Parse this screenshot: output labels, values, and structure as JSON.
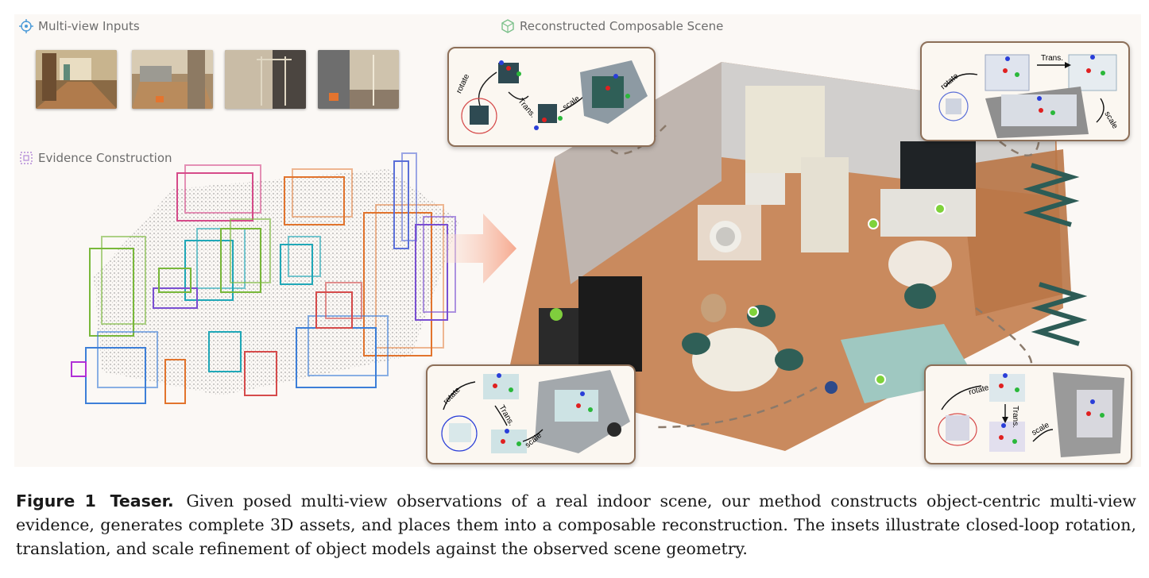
{
  "figure": {
    "section_inputs": "Multi-view Inputs",
    "section_evidence": "Evidence Construction",
    "section_scene": "Reconstructed Composable Scene",
    "insets": {
      "top_left": {
        "rotate": "rotate",
        "trans": "Trans.",
        "scale": "scale"
      },
      "top_right": {
        "rotate": "rotate",
        "trans": "Trans.",
        "scale": "scale"
      },
      "bottom_left": {
        "rotate": "rotate",
        "trans": "Trans.",
        "scale": "scale"
      },
      "bottom_right": {
        "rotate": "rotate",
        "trans": "Trans.",
        "scale": "scale"
      }
    },
    "colors": {
      "inset_border": "#8d6f58",
      "floor": "#c98a5e",
      "wall": "#bdbcbd",
      "teal_furniture": "#2f5f57",
      "arrow": "#f6a98f"
    }
  },
  "caption": {
    "label": "Figure 1",
    "title": "Teaser.",
    "text": "Given posed multi-view observations of a real indoor scene, our method constructs object-centric multi-view evidence, generates complete 3D assets, and places them into a composable reconstruction. The insets illustrate closed-loop rotation, translation, and scale refinement of object models against the observed scene geometry."
  }
}
